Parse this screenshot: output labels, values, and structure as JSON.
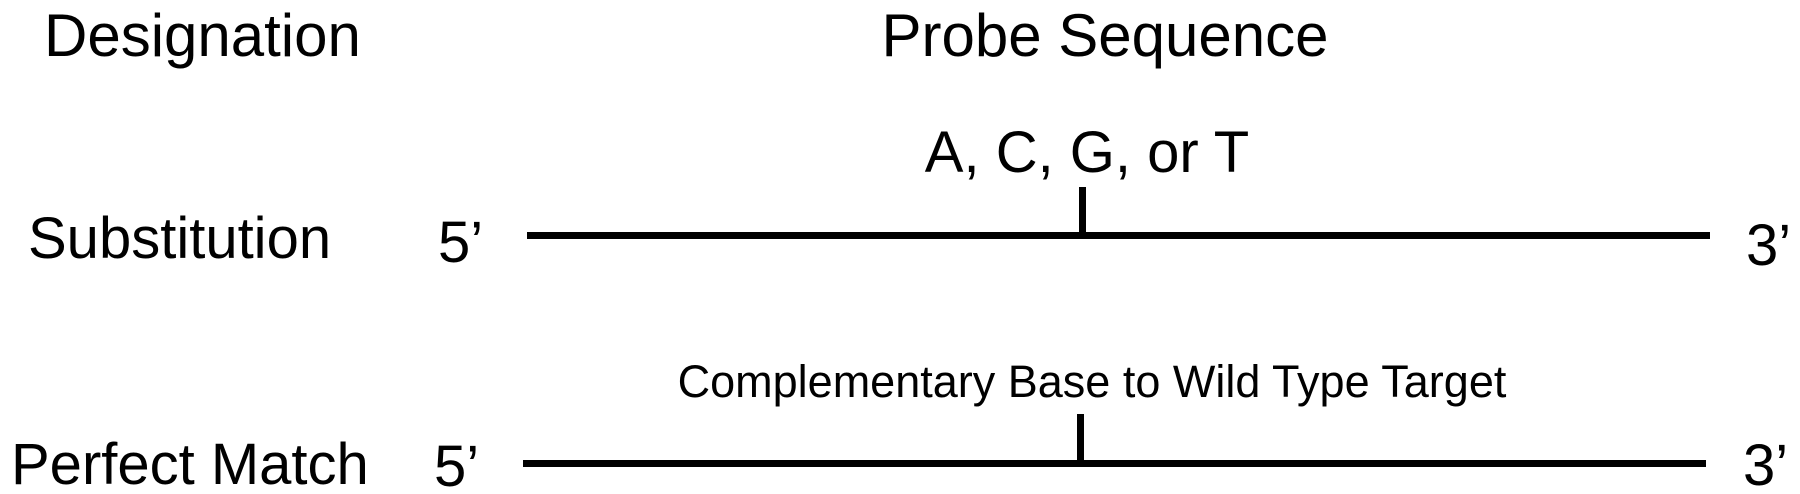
{
  "figure": {
    "background_color": "#ffffff",
    "ink_color": "#000000",
    "column_headers": {
      "designation": "Designation",
      "probe_sequence": "Probe Sequence"
    },
    "rows": [
      {
        "designation": "Substitution",
        "tick_label": "A, C, G, or T",
        "five_prime": "5’",
        "three_prime": "3’"
      },
      {
        "designation": "Perfect Match",
        "tick_label": "Complementary Base to Wild Type Target",
        "five_prime": "5’",
        "three_prime": "3’"
      }
    ]
  }
}
